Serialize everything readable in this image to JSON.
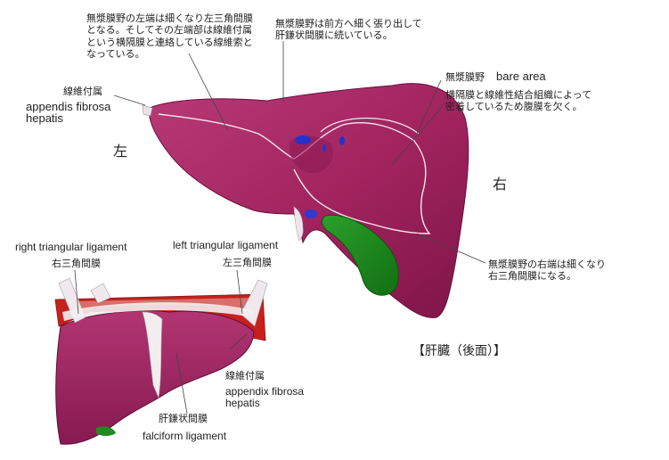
{
  "labels": {
    "bare_left_end": "無漿膜野の左端は細くなり左三角間膜\nとなる。そしてその左端部は線維付属\nという横隔膜と連絡している線維索と\nなっている。",
    "bare_front": "無漿膜野は前方へ細く張り出して\n肝鎌状間膜に続いている。",
    "bare_area_jp": "無漿膜野",
    "bare_area_en": "bare area",
    "bare_area_desc": "横隔膜と線維性結合組織によって\n密着しているため腹膜を欠く。",
    "fibrous_appendix_jp_top": "線維付属",
    "fibrous_appendix_en_top": "appendis fibrosa\nhepatis",
    "side_left": "左",
    "side_right": "右",
    "bare_right_end": "無漿膜野の右端は細くなり\n右三角間膜になる。",
    "right_tri_en": "right triangular ligament",
    "right_tri_jp": "右三角間膜",
    "left_tri_en": "left triangular ligament",
    "left_tri_jp": "左三角間膜",
    "fibrous_appendix_jp_bottom": "線維付属",
    "fibrous_appendix_en_bottom": "appendix fibrosa\nhepatis",
    "falciform_jp": "肝鎌状間膜",
    "falciform_en": "falciform ligament",
    "caption": "【肝臓（後面）】"
  },
  "colors": {
    "liver": "#a0235e",
    "liver_dark": "#7a1446",
    "liver_light": "#c05088",
    "gallbladder": "#1f8a1f",
    "vessel_blue": "#2233cc",
    "diaphragm_red": "#c8201c",
    "ligament_white": "#f2eeee"
  }
}
